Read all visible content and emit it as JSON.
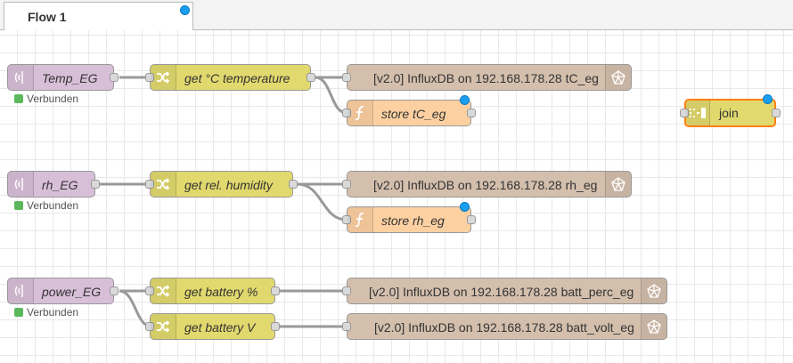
{
  "tabs": [
    {
      "label": "Flow 1",
      "changed": true
    }
  ],
  "status": {
    "connected": "Verbunden",
    "color": "#5cb85c"
  },
  "nodes": {
    "temp_eg": "Temp_EG",
    "rh_eg": "rh_EG",
    "power_eg": "power_EG",
    "get_temp": "get °C temperature",
    "get_rh": "get rel. humidity",
    "get_batt_pct": "get battery %",
    "get_batt_v": "get battery V",
    "influx_tc": "[v2.0] InfluxDB on 192.168.178.28 tC_eg",
    "influx_rh": "[v2.0] InfluxDB on 192.168.178.28 rh_eg",
    "influx_batt_perc": "[v2.0] InfluxDB on 192.168.178.28 batt_perc_eg",
    "influx_batt_volt": "[v2.0] InfluxDB on 192.168.178.28 batt_volt_eg",
    "store_tc": "store tC_eg",
    "store_rh": "store rh_eg",
    "join": "join"
  },
  "colors": {
    "mqtt": "#d8bfd8",
    "change": "#e2d96e",
    "influx": "#d4bfad",
    "function": "#fdd0a2",
    "selected": "#ff7f0e",
    "changed_dot": "#1b9df0"
  }
}
